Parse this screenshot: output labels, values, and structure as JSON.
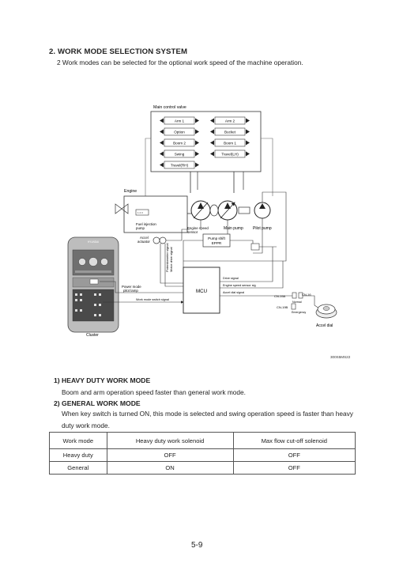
{
  "section_title": "2. WORK MODE SELECTION SYSTEM",
  "section_intro": "2 Work modes can be selected for the optional work speed of the machine operation.",
  "diagram": {
    "main_control_valve": "Main control valve",
    "spools_left": [
      "Arm 1",
      "Option",
      "Boom 2",
      "Swing",
      "Travel(RH)"
    ],
    "spools_right": [
      "Arm 2",
      "Bucket",
      "Boom 1",
      "Travel(LH)"
    ],
    "engine": "Engine",
    "fuel_injection_pump": [
      "Fuel injection",
      "pump"
    ],
    "engine_speed_sensor": [
      "Engine speed",
      "sensor"
    ],
    "main_pump": "Main pump",
    "pilot_pump": "Pilot pump",
    "accel_actuator": [
      "Accel",
      "actuator"
    ],
    "pump_shift_eppr": [
      "Pump shift",
      "EPPR"
    ],
    "potentiometer_signal": [
      "Potentiometer signal",
      "Motor drive signal"
    ],
    "mcu": "MCU",
    "power_mode_pilot_lamp": [
      "Power mode",
      "pilot lamp"
    ],
    "work_mode_switch_signal": "Work mode switch signal",
    "drive_signal": "Drive signal",
    "engine_speed_sensor_sig": "Engine speed sensor sig",
    "accel_dial_signal": "Accel dial signal",
    "cn_19a": "CN-19A",
    "cn_19b": "CN-19B",
    "cn_16": "CN-16",
    "normal": "Normal",
    "emergency": "Emergency",
    "accel_dial": "Accel dial",
    "cluster": "Cluster",
    "cluster_brand": "HYUNDAI",
    "figure_code": "300S5MS22"
  },
  "heavy_duty": {
    "heading": "1) HEAVY DUTY WORK MODE",
    "text": "Boom and arm operation speed faster than general work mode."
  },
  "general": {
    "heading": "2) GENERAL WORK MODE",
    "text": "When key switch is turned ON, this mode is selected and swing operation speed is faster than heavy duty work mode."
  },
  "table": {
    "headers": [
      "Work mode",
      "Heavy duty work solenoid",
      "Max flow cut-off solenoid"
    ],
    "rows": [
      [
        "Heavy duty",
        "OFF",
        "OFF"
      ],
      [
        "General",
        "ON",
        "OFF"
      ]
    ]
  },
  "page_number": "5-9"
}
